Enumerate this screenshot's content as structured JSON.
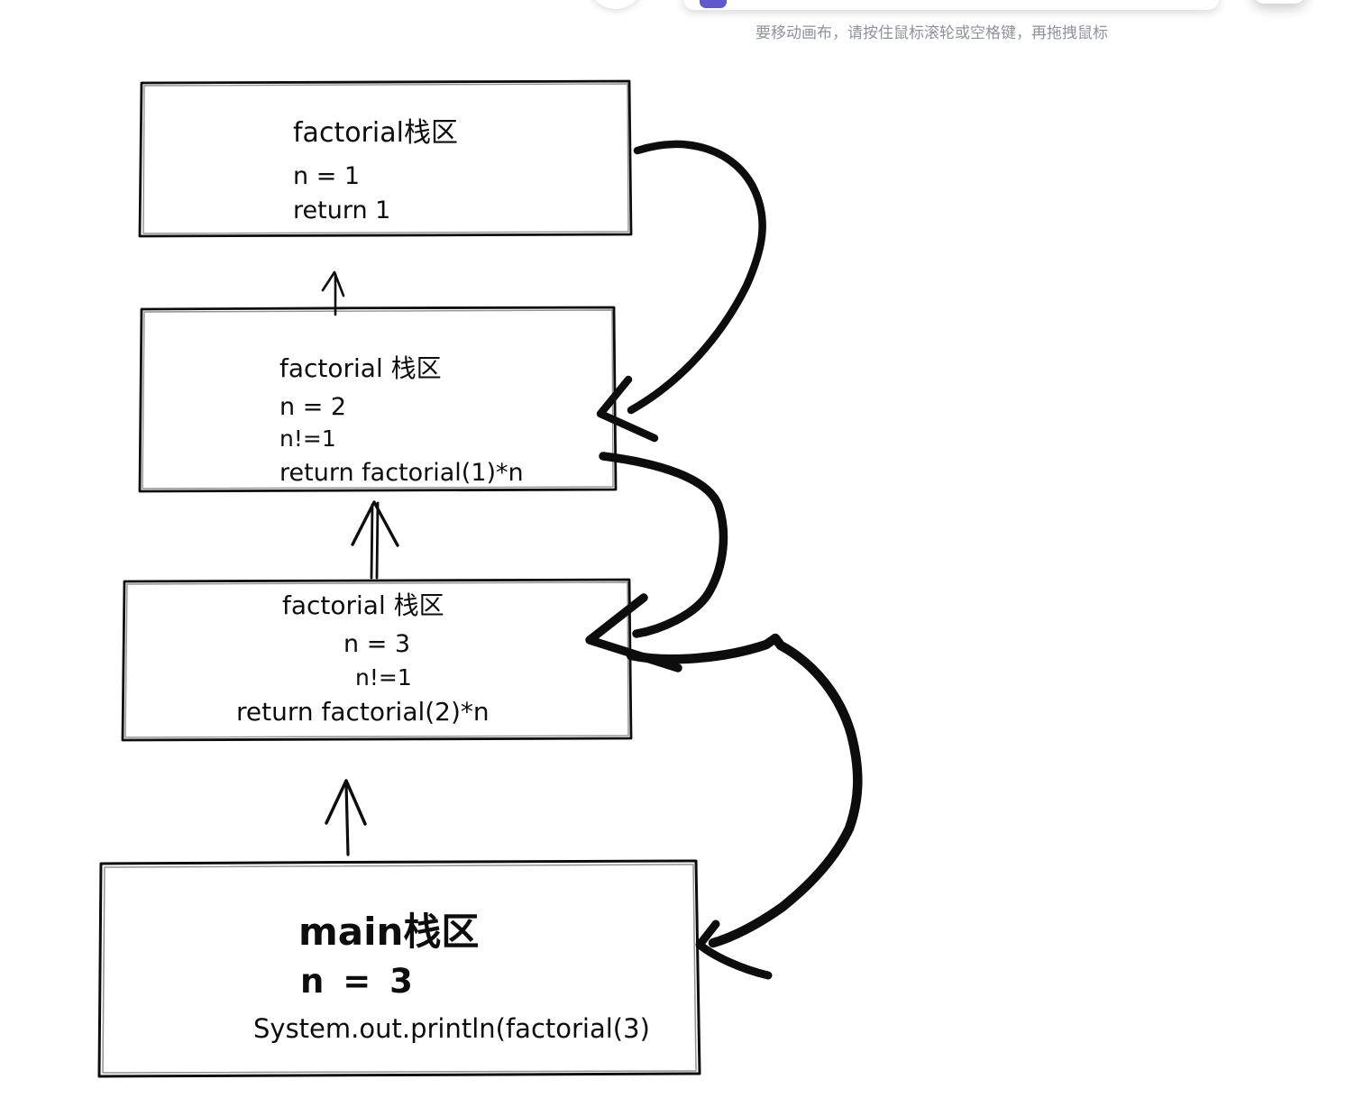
{
  "toolbar": {
    "hint": "要移动画布，请按住鼠标滚轮或空格键，再拖拽鼠标"
  },
  "colors": {
    "active_tool": "#6058cf",
    "ink": "#0d0d0d",
    "hint_text": "#8d939e"
  },
  "diagram": {
    "frames": [
      {
        "lines": [
          "factorial栈区",
          "n = 1",
          "return 1"
        ]
      },
      {
        "lines": [
          "factorial 栈区",
          "n = 2",
          "n!=1",
          "return factorial(1)*n"
        ]
      },
      {
        "lines": [
          "factorial 栈区",
          "n = 3",
          "n!=1",
          "return factorial(2)*n"
        ]
      },
      {
        "lines": [
          "main栈区",
          "n = 3",
          "System.out.println(factorial(3)"
        ]
      }
    ]
  }
}
